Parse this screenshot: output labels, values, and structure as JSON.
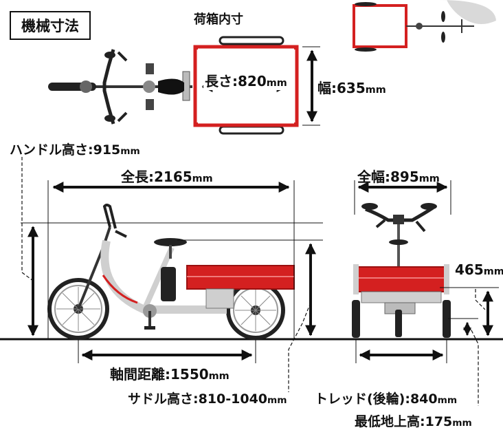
{
  "title": "機械寸法",
  "top_view": {
    "heading": "荷箱内寸",
    "length": {
      "label": "長さ:820",
      "unit": "mm"
    },
    "width": {
      "label": "幅:635",
      "unit": "mm"
    }
  },
  "side_view": {
    "handle_height": {
      "label": "ハンドル高さ:915",
      "unit": "mm"
    },
    "total_length": {
      "label": "全長:2165",
      "unit": "mm"
    },
    "wheelbase": {
      "label": "軸間距離:1550",
      "unit": "mm"
    },
    "saddle_height": {
      "label": "サドル高さ:810-1040",
      "unit": "mm"
    }
  },
  "rear_view": {
    "total_width": {
      "label": "全幅:895",
      "unit": "mm"
    },
    "cargo_height": {
      "label": "465",
      "unit": "mm"
    },
    "tread": {
      "label": "トレッド(後輪):840",
      "unit": "mm"
    },
    "ground_clearance": {
      "label": "最低地上高:175",
      "unit": "mm"
    }
  },
  "colors": {
    "cargo": "#d42020",
    "line": "#111111",
    "frame": "#cfcfcf"
  }
}
